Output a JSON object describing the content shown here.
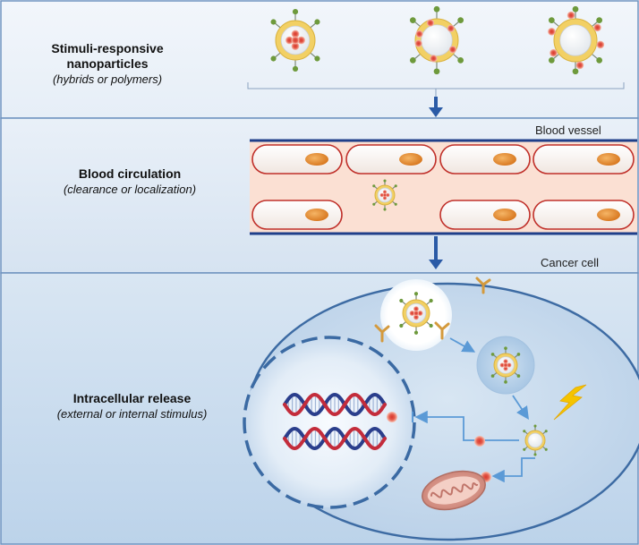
{
  "panels": [
    {
      "title": "Stimuli-responsive nanoparticles",
      "subtitle": "(hybrids or polymers)"
    },
    {
      "title": "Blood circulation",
      "subtitle": "(clearance or localization)"
    },
    {
      "title": "Intracellular release",
      "subtitle": "(external or internal stimulus)"
    }
  ],
  "tags": {
    "vessel": "Blood vessel",
    "cancer": "Cancer cell"
  },
  "colors": {
    "panel_top": "#eef3f9",
    "panel_mid": "#dfe9f4",
    "panel_bottom": "#c9dcef",
    "border": "#6f93c0",
    "arrow": "#2a5aa6",
    "vessel_fill": "#fbe0d3",
    "vessel_wall": "#1f3f8a",
    "rbc_border": "#c0302a",
    "nucleus": "#e88a2c",
    "shell": "#f2d064",
    "ligand": "#6e9a3c",
    "drug": "#d9382e",
    "dna_red": "#c32c3b",
    "dna_blue": "#2a3e8c",
    "lightning": "#f5c400"
  }
}
